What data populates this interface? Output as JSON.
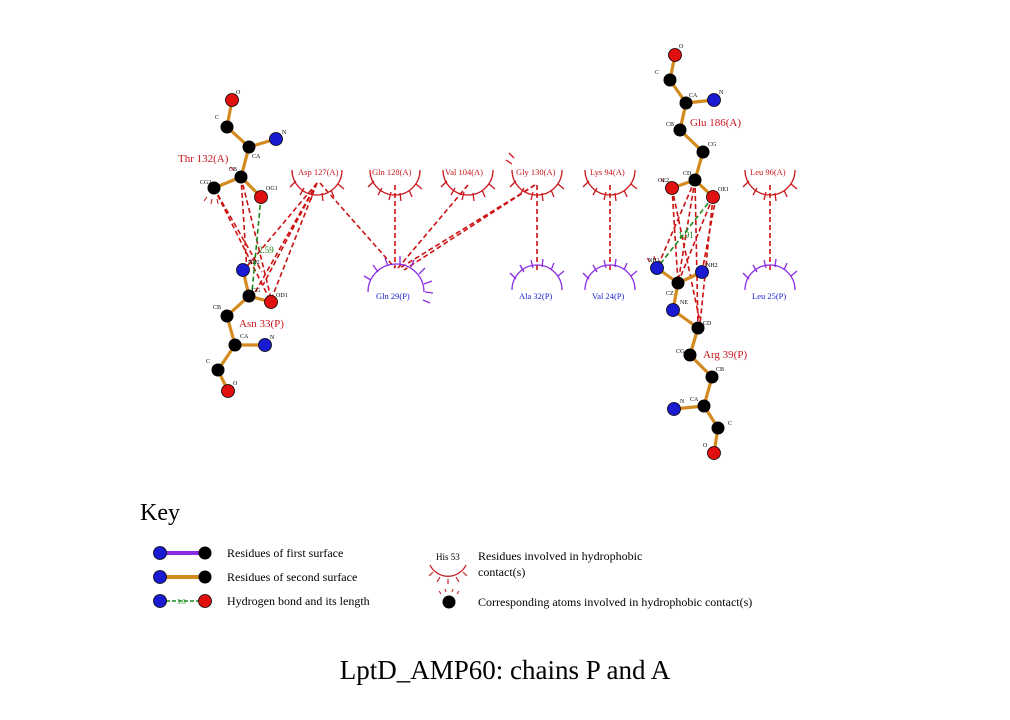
{
  "title": "LptD_AMP60: chains P and A",
  "key": {
    "heading": "Key",
    "first_surface": "Residues of first surface",
    "second_surface": "Residues of second surface",
    "hbond": "Hydrogen bond and its length",
    "hbond_example_length": "3.0",
    "hydrophobic_example_residue": "His 53",
    "hydrophobic_residues_line1": "Residues involved in hydrophobic",
    "hydrophobic_residues_line2": "contact(s)",
    "hydrophobic_atoms": "Corresponding atoms involved in hydrophobic contact(s)"
  },
  "colors": {
    "carbon": "#000000",
    "nitrogen": "#1a1ad0",
    "oxygen": "#e01010",
    "bond_second_surface": "#d38a1e",
    "bond_first_surface": "#8a2be2",
    "hydrophobic_chain_A": "#c8141c",
    "hydrophobic_chain_P": "#8a2be2",
    "hbond": "#1a8a1a",
    "contact_line": "#cc1111"
  },
  "residues": {
    "thr132": {
      "name": "Thr 132(A)",
      "atoms": {
        "C": "C",
        "O": "O",
        "N": "N",
        "CA": "CA",
        "CB": "CB",
        "CG2": "CG2",
        "OG1": "OG1"
      }
    },
    "asn33": {
      "name": "Asn 33(P)",
      "atoms": {
        "N": "N",
        "CA": "CA",
        "CB": "CB",
        "CG": "CG",
        "ND2": "ND2",
        "OD1": "OD1",
        "C": "C",
        "O": "O"
      }
    },
    "glu186": {
      "name": "Glu 186(A)",
      "atoms": {
        "C": "C",
        "O": "O",
        "CA": "CA",
        "N": "N",
        "CB": "CB",
        "CG": "CG",
        "CD": "CD",
        "OE1": "OE1",
        "OE2": "OE2"
      }
    },
    "arg39": {
      "name": "Arg 39(P)",
      "atoms": {
        "NH1": "NH1",
        "NH2": "NH2",
        "CZ": "CZ",
        "NE": "NE",
        "CD": "CD",
        "CG": "CG",
        "CB": "CB",
        "CA": "CA",
        "N": "N",
        "C": "C",
        "O": "O"
      }
    }
  },
  "hbonds": [
    "2.59",
    "1.91"
  ],
  "hydrophobic_A": [
    "Asp 127(A)",
    "Gln 128(A)",
    "Val 104(A)",
    "Gly 130(A)",
    "Lys 94(A)",
    "Leu 96(A)"
  ],
  "hydrophobic_P": [
    "Gln 29(P)",
    "Ala 32(P)",
    "Val 24(P)",
    "Leu 25(P)"
  ]
}
